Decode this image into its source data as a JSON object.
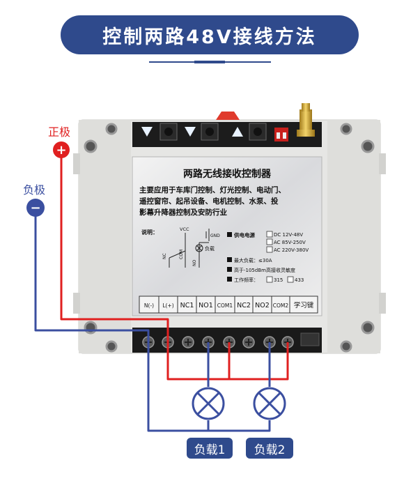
{
  "title": "控制两路48V接线方法",
  "terminals": {
    "positive": {
      "label": "正极",
      "symbol": "+"
    },
    "negative": {
      "label": "负极",
      "symbol": "−"
    }
  },
  "label_panel": {
    "heading": "两路无线接收控制器",
    "description_lines": [
      "主要应用于车库门控制、灯光控制、电动门、",
      "遥控窗帘、起吊设备、电机控制、水泵、投",
      "影幕升降器控制及安防行业"
    ],
    "legend": {
      "title": "说明：",
      "vcc": "VCC",
      "gnd": "GND",
      "nc": "NC",
      "com": "COM",
      "no": "NO",
      "load": "负载"
    },
    "specs": [
      {
        "label": "供电电源",
        "options": [
          "DC 12V-48V",
          "AC 85V-250V",
          "AC 220V-380V"
        ]
      },
      {
        "label": "最大负载：≤30A"
      },
      {
        "label": "高于-105dBm高接收灵敏度"
      },
      {
        "label": "工作频率：",
        "options": [
          "315",
          "433"
        ]
      }
    ],
    "terminal_labels": [
      "N(-)",
      "L(+)",
      "NC1",
      "NO1",
      "COM1",
      "NC2",
      "NO2",
      "COM2",
      "学习键"
    ]
  },
  "loads": [
    "负载1",
    "负载2"
  ],
  "colors": {
    "accent": "#2f4a8c",
    "positive_wire": "#e02020",
    "negative_wire": "#3b4fa0"
  }
}
